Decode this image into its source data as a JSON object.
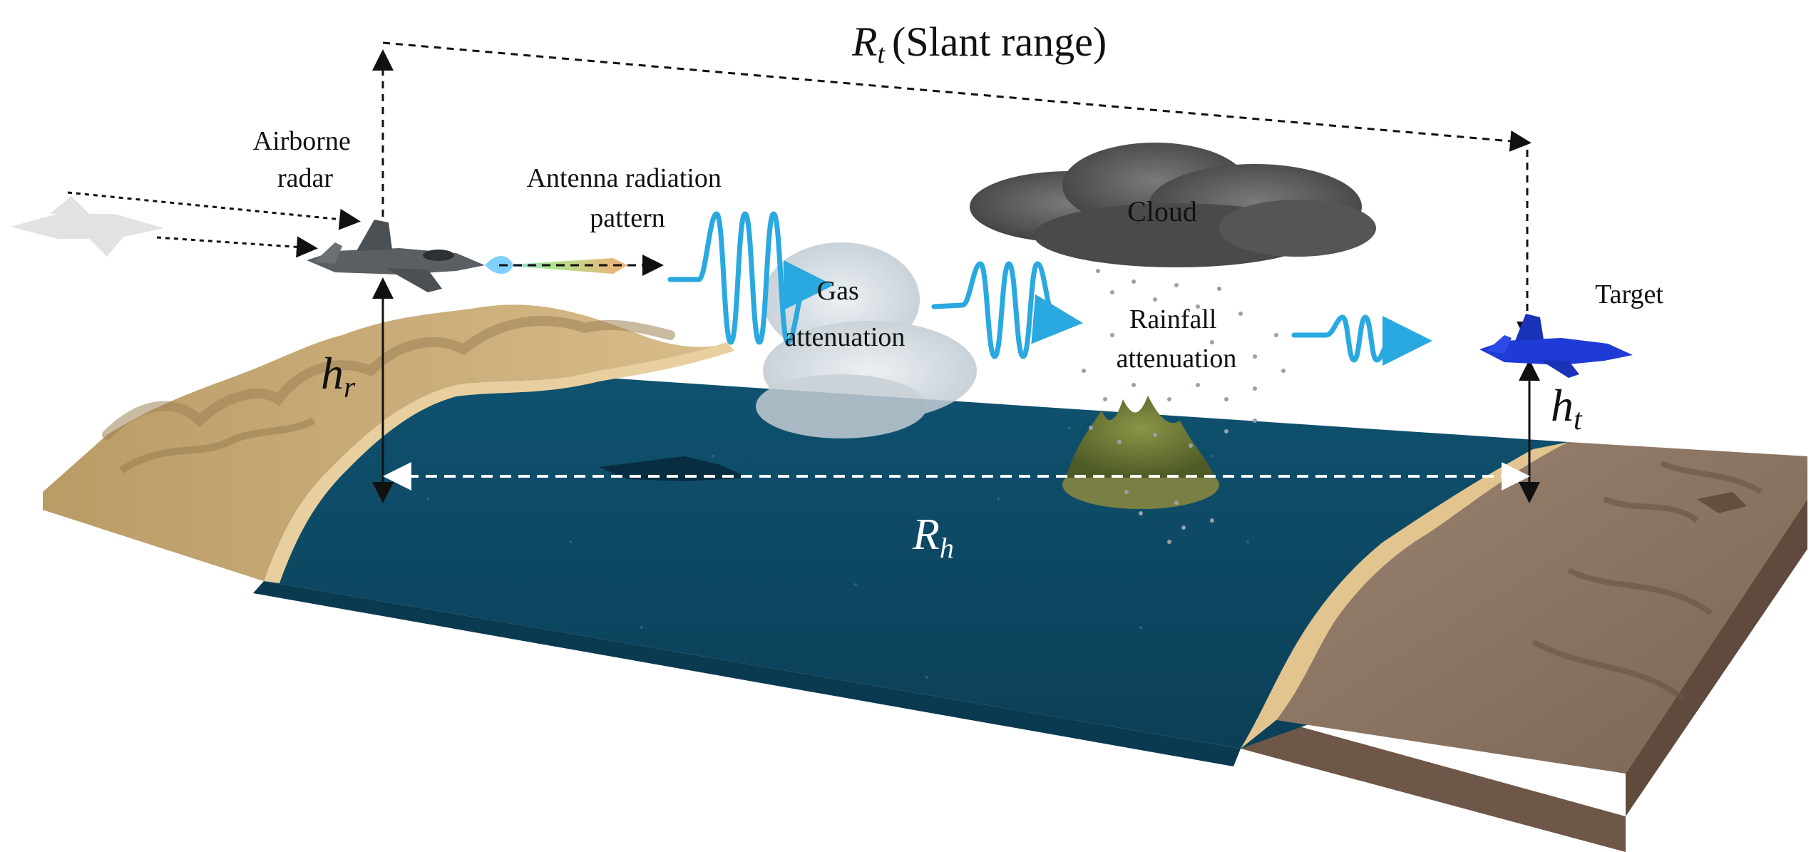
{
  "labels": {
    "slant_range_symbol": "R",
    "slant_range_sub": "t",
    "slant_range_text": "(Slant range)",
    "airborne_radar_line1": "Airborne",
    "airborne_radar_line2": "radar",
    "antenna_line1": "Antenna radiation",
    "antenna_line2": "pattern",
    "gas_line1": "Gas",
    "gas_line2": "attenuation",
    "cloud": "Cloud",
    "rain_line1": "Rainfall",
    "rain_line2": "attenuation",
    "target": "Target",
    "hr_symbol": "h",
    "hr_sub": "r",
    "ht_symbol": "h",
    "ht_sub": "t",
    "rh_symbol": "R",
    "rh_sub": "h"
  },
  "colors": {
    "sea": "#0e4a63",
    "sea_front": "#0a3a50",
    "sand": "#d6b886",
    "desert": "#c9ac74",
    "desert_dark": "#9c8256",
    "rock": "#8d7563",
    "rock_front": "#6e5748",
    "wave": "#2aa9e0",
    "cloud": "#5c5c5c",
    "radar_jet": "#5a5f63",
    "target_jet": "#1f3bd6",
    "island": "#6f7a3a"
  },
  "icons": [
    "airborne-radar-jet-icon",
    "ghost-jet-icon",
    "target-jet-icon",
    "cloud-icon",
    "gas-cloud-icon",
    "island-icon"
  ]
}
